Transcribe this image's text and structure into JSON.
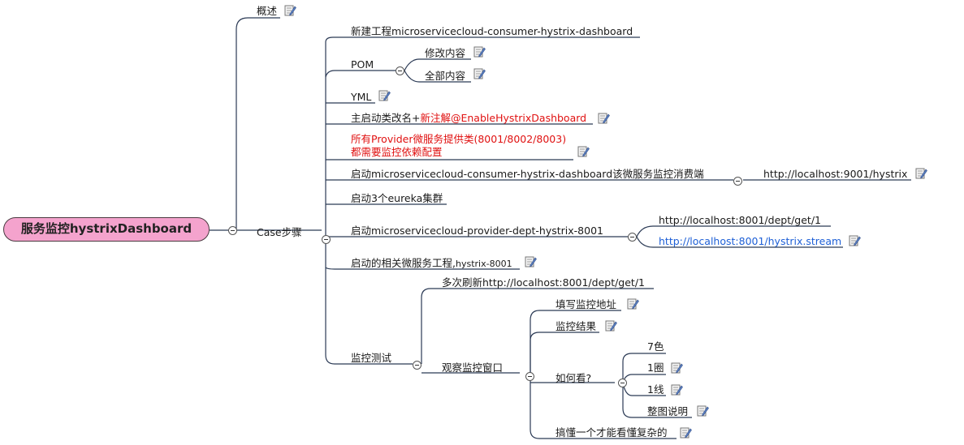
{
  "root": "服务监控hystrixDashboard",
  "overview": "概述",
  "case_steps": "Case步骤",
  "steps": {
    "new_project": "新建工程microservicecloud-consumer-hystrix-dashboard",
    "pom": "POM",
    "pom_modify": "修改内容",
    "pom_all": "全部内容",
    "yml": "YML",
    "main_class_prefix": "主启动类改名+",
    "main_class_annotation": "新注解@EnableHystrixDashboard",
    "provider_line1": "所有Provider微服务提供类(8001/8002/8003)",
    "provider_line2": "都需要监控依赖配置",
    "start_dashboard": "启动microservicecloud-consumer-hystrix-dashboard该微服务监控消费端",
    "dashboard_url": "http://localhost:9001/hystrix",
    "start_eureka": "启动3个eureka集群",
    "start_provider": "启动microservicecloud-provider-dept-hystrix-8001",
    "provider_get_url": "http://localhost:8001/dept/get/1",
    "provider_stream_url": "http://localhost:8001/hystrix.stream",
    "start_related_prefix": "启动的相关微服务工程,",
    "start_related_suffix": "hystrix-8001"
  },
  "monitor_test": {
    "label": "监控测试",
    "refresh": "多次刷新http://localhost:8001/dept/get/1",
    "observe": "观察监控窗口",
    "fill_address": "填写监控地址",
    "result": "监控结果",
    "how_to_read": "如何看?",
    "seven_colors": "7色",
    "one_circle": "1圈",
    "one_line": "1线",
    "whole_diagram": "整图说明",
    "understand": "搞懂一个才能看懂复杂的"
  },
  "colors": {
    "root_fill": "#f4a3cd",
    "line": "#2b3a55",
    "red_text": "#e01010",
    "link_text": "#1d5fd6"
  },
  "icons": {
    "note": "note-icon",
    "collapse": "collapse-toggle-icon"
  }
}
